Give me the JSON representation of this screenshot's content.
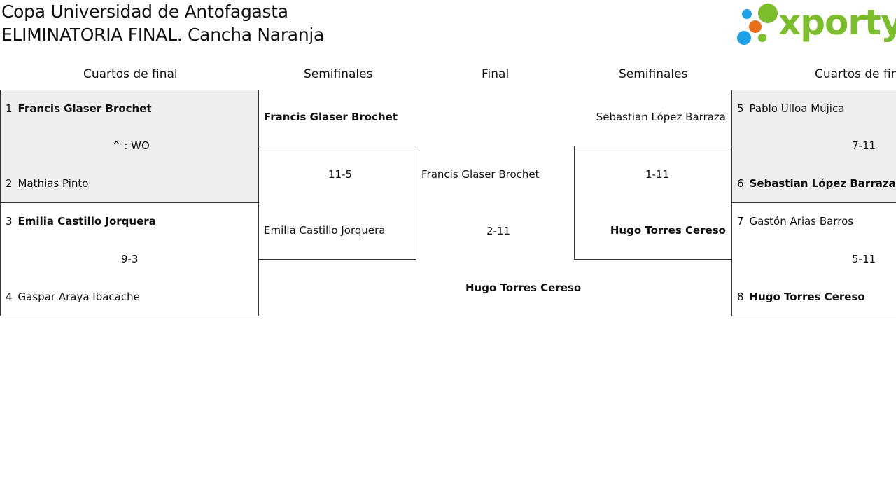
{
  "header": {
    "title": "Copa Universidad de Antofagasta",
    "subtitle": "ELIMINATORIA FINAL. Cancha Naranja",
    "logo_text": "xporty"
  },
  "colors": {
    "logo_green": "#7cbd2c",
    "logo_blue": "#1ea0e6",
    "logo_orange": "#e8701a",
    "box_grey": "#eeeeee"
  },
  "rounds": {
    "left_quarters": "Cuartos de final",
    "left_semis": "Semifinales",
    "final": "Final",
    "right_semis": "Semifinales",
    "right_quarters": "Cuartos de final"
  },
  "quarters_left": [
    {
      "top_seed": "1",
      "top_name": "Francis Glaser Brochet",
      "score": "^ : WO",
      "bottom_seed": "2",
      "bottom_name": "Mathias Pinto"
    },
    {
      "top_seed": "3",
      "top_name": "Emilia Castillo Jorquera",
      "score": "9-3",
      "bottom_seed": "4",
      "bottom_name": "Gaspar Araya Ibacache"
    }
  ],
  "quarters_right": [
    {
      "top_seed": "5",
      "top_name": "Pablo Ulloa Mujica",
      "score": "7-11",
      "bottom_seed": "6",
      "bottom_name": "Sebastian López Barraza"
    },
    {
      "top_seed": "7",
      "top_name": "Gastón Arias Barros",
      "score": "5-11",
      "bottom_seed": "8",
      "bottom_name": "Hugo Torres Cereso"
    }
  ],
  "semis_left": {
    "top_name": "Francis Glaser Brochet",
    "score": "11-5",
    "bottom_name": "Emilia Castillo Jorquera"
  },
  "semis_right": {
    "top_name": "Sebastian López Barraza",
    "score": "1-11",
    "bottom_name": "Hugo Torres Cereso"
  },
  "final": {
    "top_name": "Francis Glaser Brochet",
    "score": "2-11",
    "winner": "Hugo Torres Cereso"
  }
}
